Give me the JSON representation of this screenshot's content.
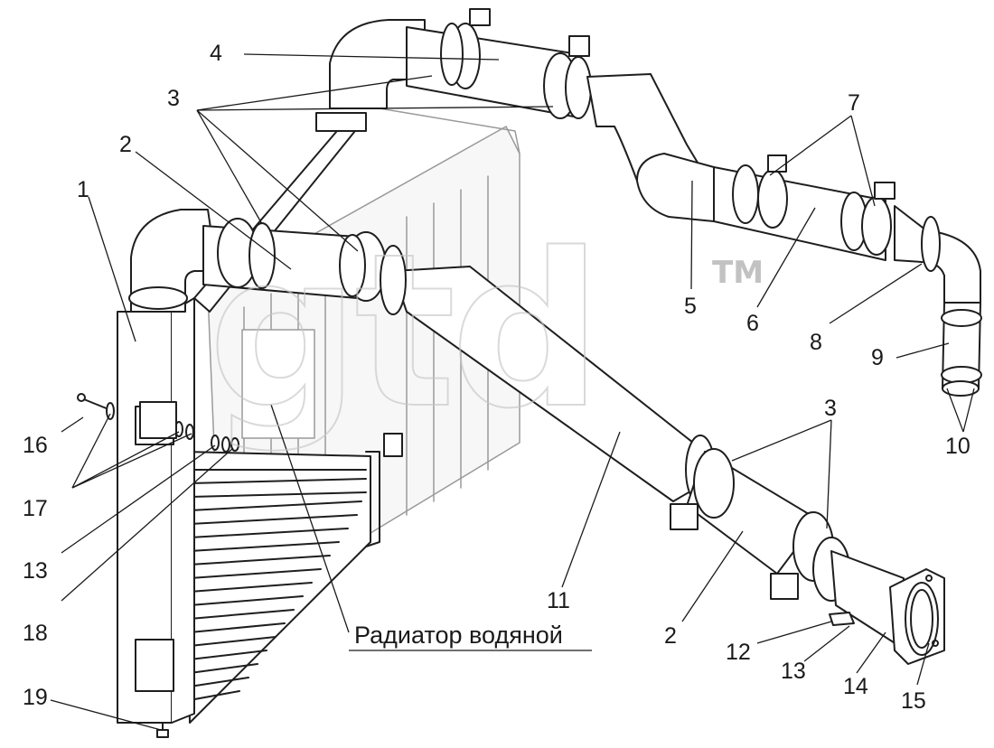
{
  "watermark": {
    "text": "gtd",
    "trademark": "TM"
  },
  "caption": "Радиатор водяной",
  "callouts": {
    "c1": "1",
    "c2a": "2",
    "c2b": "2",
    "c3a": "3",
    "c3b": "3",
    "c4": "4",
    "c5": "5",
    "c6": "6",
    "c7": "7",
    "c8": "8",
    "c9": "9",
    "c10": "10",
    "c11": "11",
    "c12": "12",
    "c13a": "13",
    "c13b": "13",
    "c14": "14",
    "c15": "15",
    "c16": "16",
    "c17": "17",
    "c18": "18",
    "c19": "19"
  }
}
